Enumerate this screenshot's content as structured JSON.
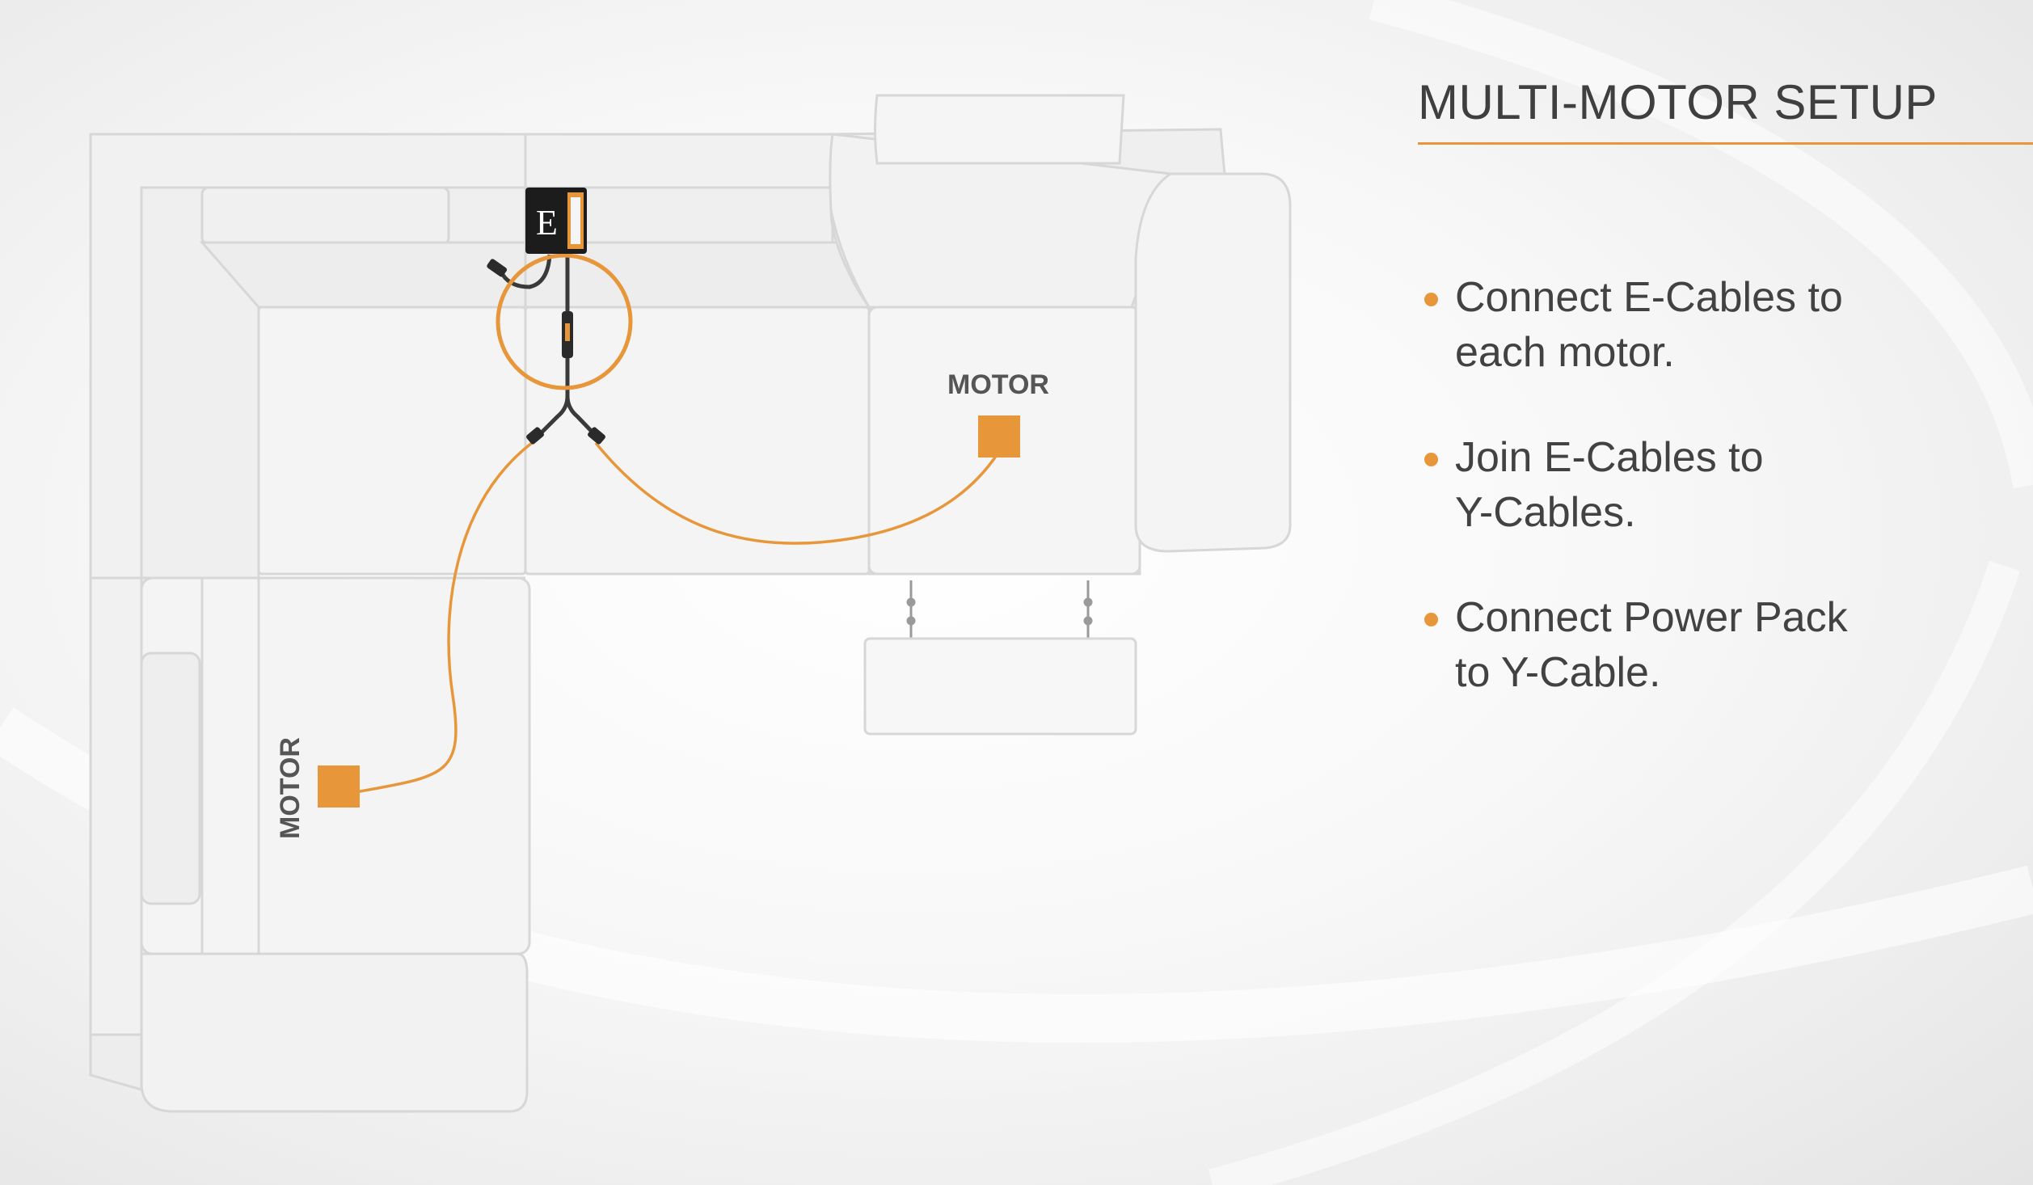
{
  "title": "MULTI-MOTOR SETUP",
  "accent_color": "#e8963a",
  "power_pack": {
    "logo_letter": "E"
  },
  "motor_labels": {
    "right": "MOTOR",
    "left": "MOTOR"
  },
  "steps": [
    {
      "text": "Connect E-Cables to\neach motor."
    },
    {
      "text": "Join E-Cables to\nY-Cables."
    },
    {
      "text": "Connect Power Pack\nto Y-Cable."
    }
  ]
}
